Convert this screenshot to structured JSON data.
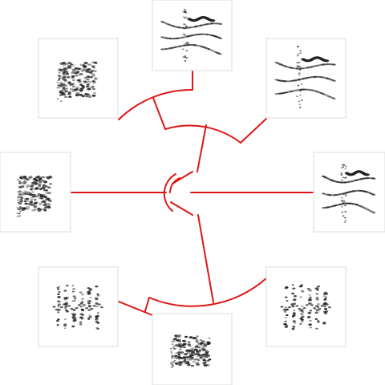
{
  "diagram": {
    "type": "radial-dendrogram",
    "edge_color": "#e01616",
    "leaf_kind": "spectrogram-thumbnail",
    "spectrogram_ink": "#202020",
    "leaf_count": 8
  },
  "leaves": [
    {
      "id": "leaf-1",
      "pattern": "chirp-sweep"
    },
    {
      "id": "leaf-2",
      "pattern": "chirp-sweep"
    },
    {
      "id": "leaf-3",
      "pattern": "chirp-sweep"
    },
    {
      "id": "leaf-4",
      "pattern": "dense-burst"
    },
    {
      "id": "leaf-5",
      "pattern": "dense-burst"
    },
    {
      "id": "leaf-6",
      "pattern": "dense-burst"
    },
    {
      "id": "leaf-7",
      "pattern": "comb-notes"
    },
    {
      "id": "leaf-8",
      "pattern": "comb-notes"
    }
  ]
}
